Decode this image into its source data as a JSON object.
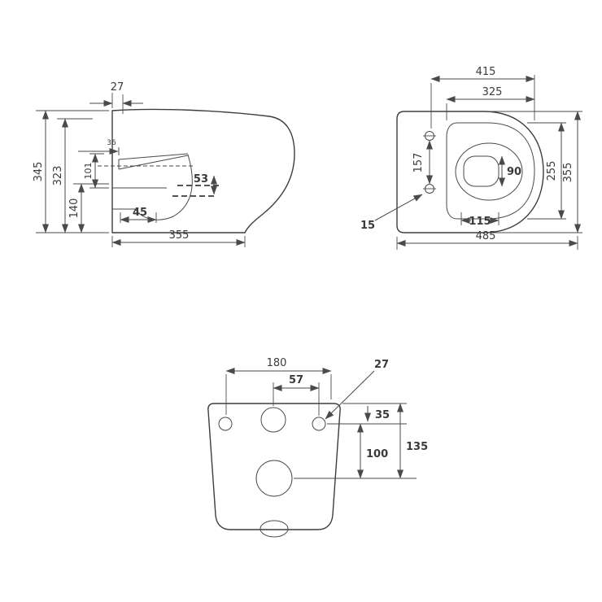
{
  "drawing": {
    "background": "#ffffff",
    "line_color": "#4a4a4a",
    "views": {
      "side": {
        "label": "side-section-view",
        "dims": {
          "offset_top": "27",
          "height_total": "345",
          "height_inner": "323",
          "height_outlet": "140",
          "rim_drop": "101",
          "rim_step": "36",
          "water_depth": "53",
          "trap_length": "45",
          "depth_body": "355"
        }
      },
      "top": {
        "label": "top-plan-view",
        "dims": {
          "length_to_front": "415",
          "seat_length": "325",
          "bolt_spacing": "157",
          "water_width": "90",
          "seat_width": "255",
          "body_width": "355",
          "edge_offset": "15",
          "drain_offset": "115",
          "depth_total": "485"
        }
      },
      "rear": {
        "label": "rear-view",
        "dims": {
          "hole_spacing": "180",
          "inlet_offset": "57",
          "hole_diameter": "27",
          "top_offset": "35",
          "inlet_drop": "100",
          "drain_drop": "135"
        }
      }
    }
  }
}
